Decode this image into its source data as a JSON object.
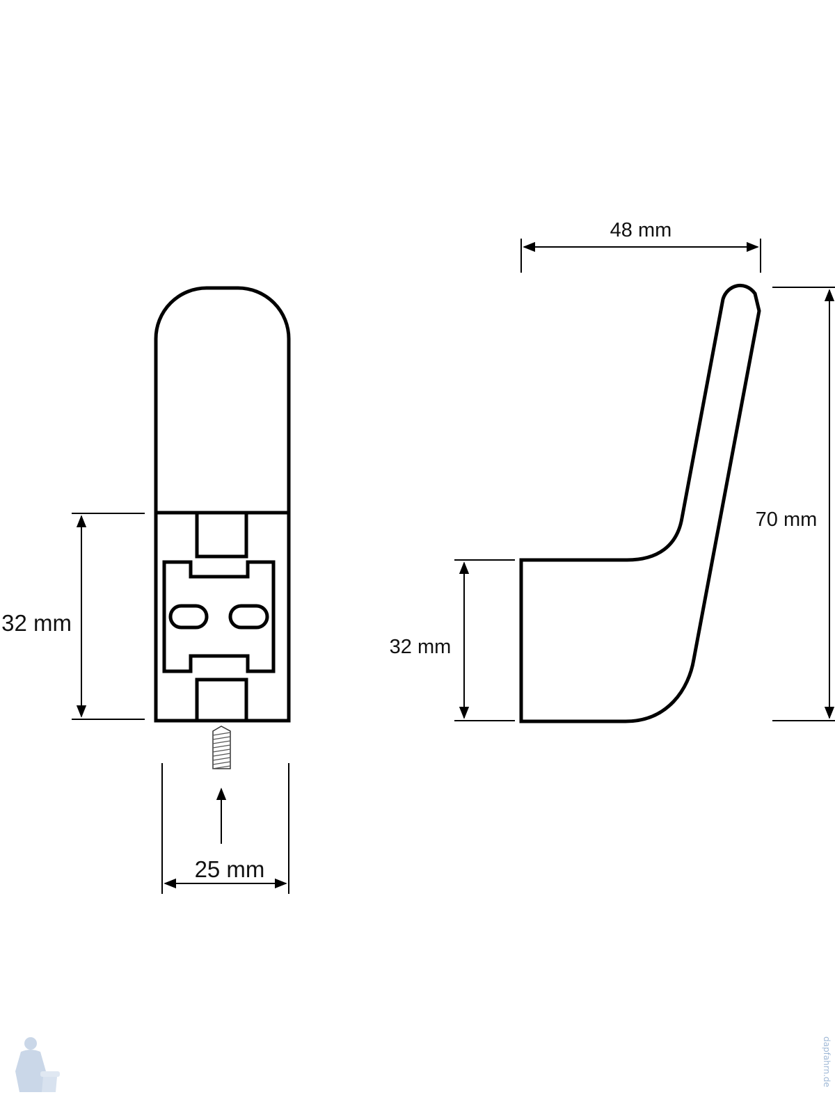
{
  "dimensions": {
    "front_height": "32 mm",
    "front_width": "25 mm",
    "side_depth": "48 mm",
    "side_total_height": "70 mm",
    "side_base_height": "32 mm"
  },
  "watermark": {
    "text": "dapfahrn.de",
    "color": "#9fb8d6"
  }
}
